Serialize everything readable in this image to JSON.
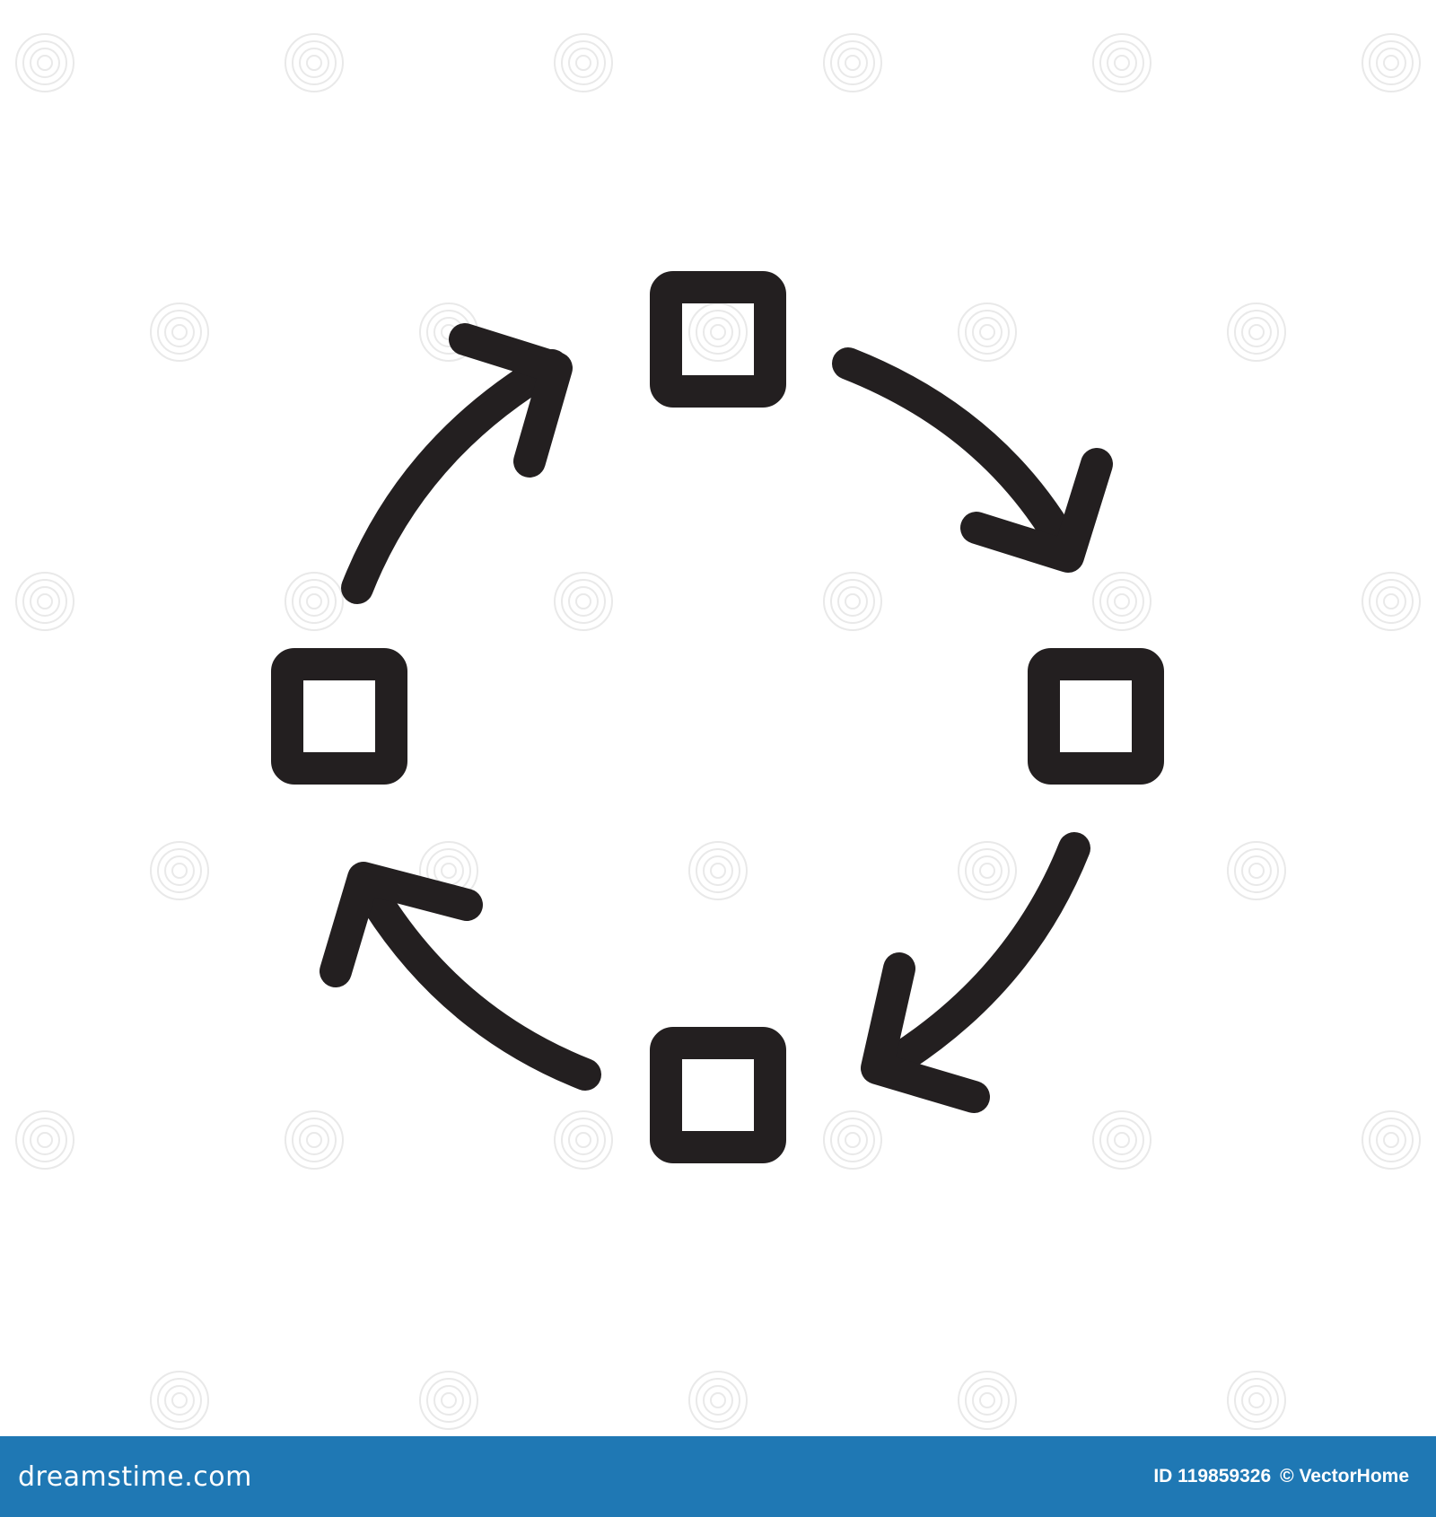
{
  "diagram": {
    "type": "cycle",
    "nodes": [
      "top",
      "right",
      "bottom",
      "left"
    ],
    "arrows": [
      {
        "from": "top",
        "to": "right"
      },
      {
        "from": "right",
        "to": "bottom"
      },
      {
        "from": "bottom",
        "to": "left"
      },
      {
        "from": "left",
        "to": "top"
      }
    ],
    "stroke_color": "#231f20"
  },
  "footer": {
    "brand": "dreamstime.com",
    "id_label": "ID 119859326",
    "credit": "© VectorHome",
    "background": "#1f78b4",
    "text_color": "#ffffff"
  }
}
